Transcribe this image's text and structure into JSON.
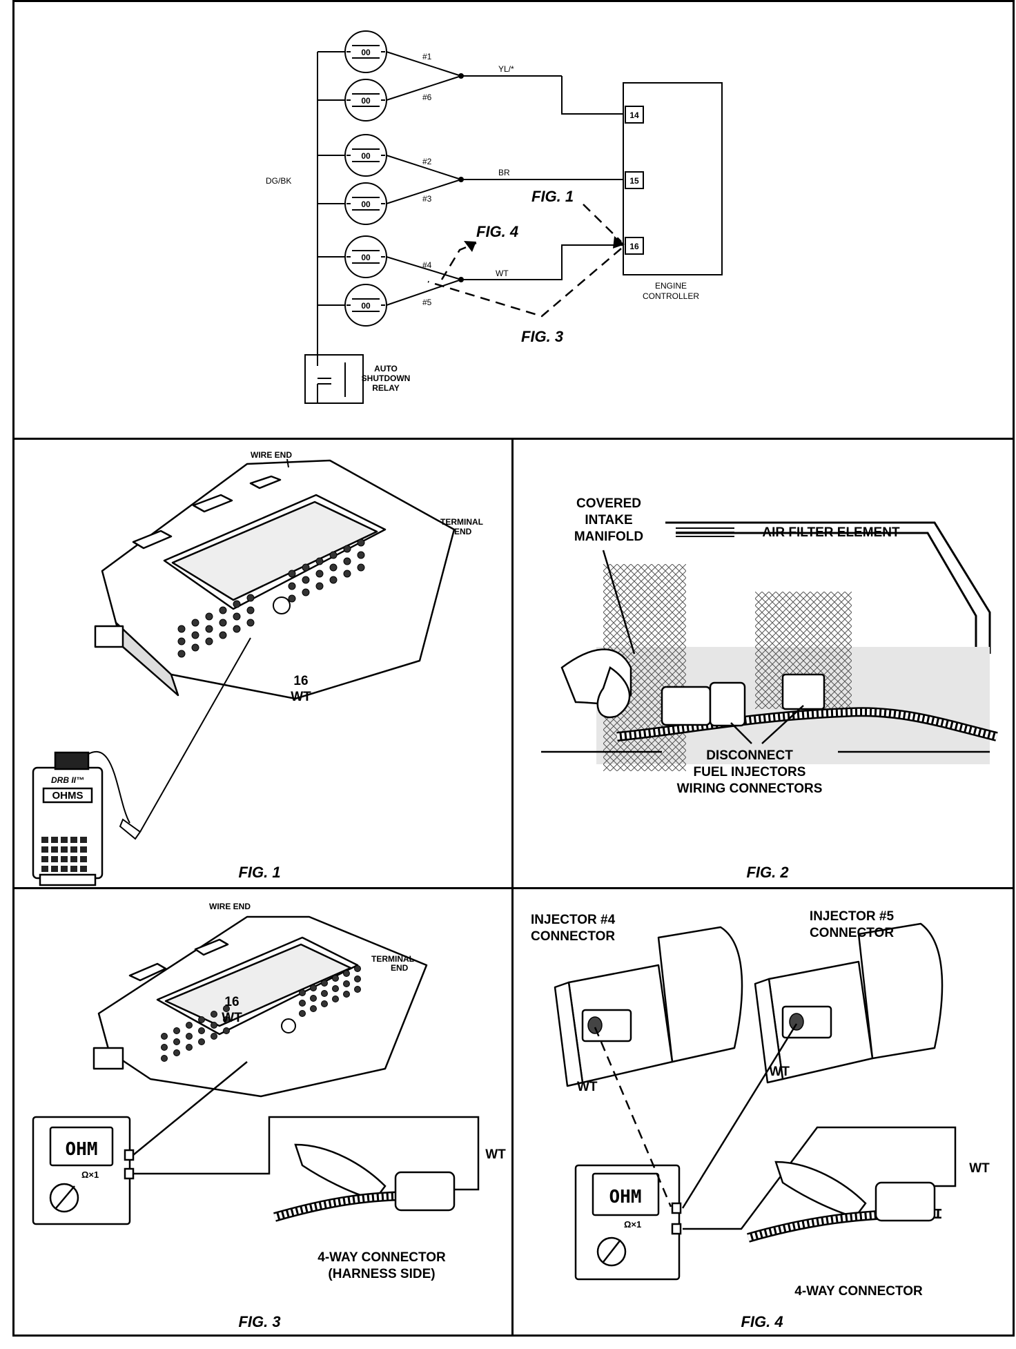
{
  "schematic": {
    "injectors": [
      "#1",
      "#6",
      "#2",
      "#3",
      "#4",
      "#5"
    ],
    "injector_glyph": "00",
    "common_wire": "DG/BK",
    "wires": [
      {
        "color": "YL/*",
        "pin": "14"
      },
      {
        "color": "BR",
        "pin": "15"
      },
      {
        "color": "WT",
        "pin": "16"
      }
    ],
    "controller_label": [
      "ENGINE",
      "CONTROLLER"
    ],
    "relay_label": [
      "AUTO",
      "SHUTDOWN",
      "RELAY"
    ],
    "refs": {
      "fig1": "FIG. 1",
      "fig3": "FIG. 3",
      "fig4": "FIG. 4"
    }
  },
  "fig1": {
    "wire_end": "WIRE END",
    "terminal_end": [
      "TERMINAL",
      "END"
    ],
    "pin_label": [
      "16",
      "WT"
    ],
    "tester_brand": "DRB II™",
    "tester_mode": "OHMS",
    "caption": "FIG. 1"
  },
  "fig2": {
    "covered_intake": [
      "COVERED",
      "INTAKE",
      "MANIFOLD"
    ],
    "air_filter": "AIR FILTER ELEMENT",
    "disconnect": [
      "DISCONNECT",
      "FUEL INJECTORS",
      "WIRING CONNECTORS"
    ],
    "caption": "FIG. 2"
  },
  "fig3": {
    "wire_end": "WIRE END",
    "terminal_end": [
      "TERMINAL",
      "END"
    ],
    "pin_label": [
      "16",
      "WT"
    ],
    "meter_display": "OHM",
    "meter_range": "Ω×1",
    "wire_label": "WT",
    "connector_label": [
      "4-WAY CONNECTOR",
      "(HARNESS SIDE)"
    ],
    "caption": "FIG. 3"
  },
  "fig4": {
    "inj4": [
      "INJECTOR #4",
      "CONNECTOR"
    ],
    "inj5": [
      "INJECTOR #5",
      "CONNECTOR"
    ],
    "wt_left": "WT",
    "wt_right": "WT",
    "wt_far": "WT",
    "meter_display": "OHM",
    "meter_range": "Ω×1",
    "connector_label": "4-WAY CONNECTOR",
    "caption": "FIG. 4"
  }
}
